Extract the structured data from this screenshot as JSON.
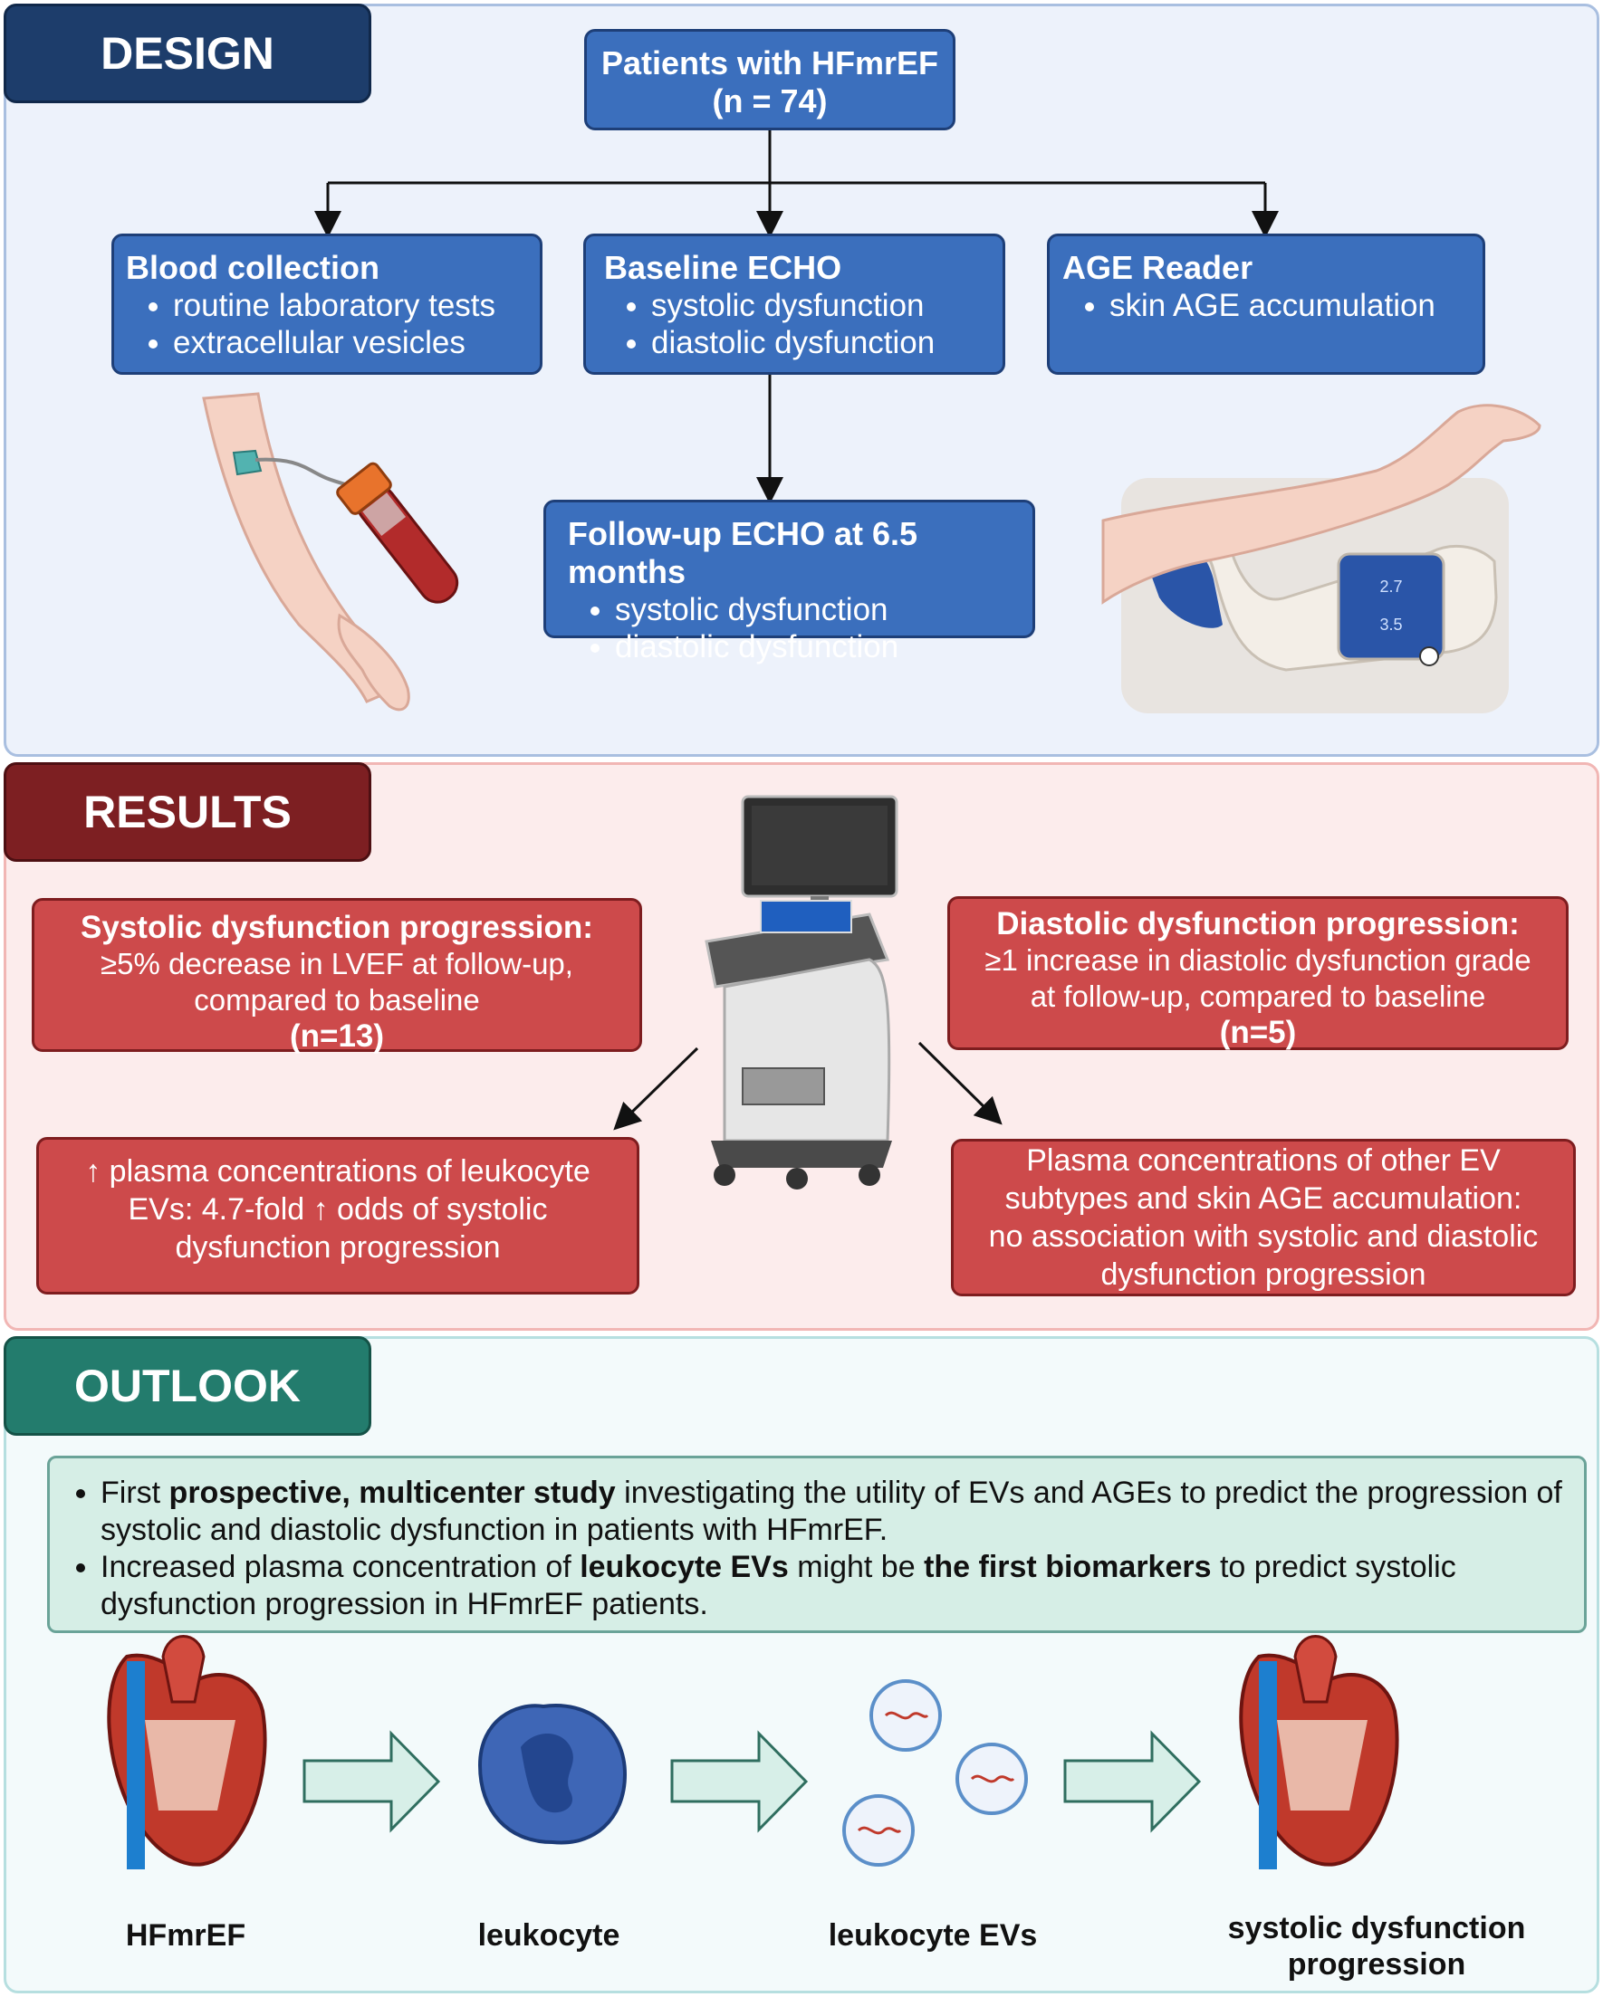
{
  "design": {
    "tab_label": "DESIGN",
    "patients_box": {
      "line1": "Patients with HFmrEF",
      "line2": "(n = 74)"
    },
    "blood": {
      "title": "Blood collection",
      "items": [
        "routine laboratory tests",
        "extracellular vesicles"
      ]
    },
    "baseline": {
      "title": "Baseline ECHO",
      "items": [
        "systolic dysfunction",
        "diastolic dysfunction"
      ]
    },
    "age_reader": {
      "title": "AGE Reader",
      "items": [
        "skin AGE accumulation"
      ]
    },
    "followup": {
      "title": "Follow-up ECHO at 6.5 months",
      "items": [
        "systolic dysfunction",
        "diastolic dysfunction"
      ]
    },
    "device_screen": {
      "value1": "2.7",
      "value2": "3.5"
    }
  },
  "results": {
    "tab_label": "RESULTS",
    "systolic": {
      "title": "Systolic dysfunction progression:",
      "line1": "≥5% decrease in LVEF at follow-up,",
      "line2": "compared to baseline",
      "n": "(n=13)"
    },
    "diastolic": {
      "title": "Diastolic dysfunction progression:",
      "line1": "≥1 increase in diastolic dysfunction grade",
      "line2": "at follow-up, compared to baseline",
      "n": "(n=5)"
    },
    "leukocyte_finding": {
      "line1": "↑ plasma concentrations of leukocyte",
      "line2": "EVs: 4.7-fold ↑ odds of systolic",
      "line3": "dysfunction progression"
    },
    "other_finding": {
      "line1": "Plasma concentrations of other EV",
      "line2": "subtypes and skin AGE accumulation:",
      "line3": "no association with systolic and diastolic",
      "line4": "dysfunction progression"
    }
  },
  "outlook": {
    "tab_label": "OUTLOOK",
    "bullet1": {
      "pre": "First ",
      "bold1": "prospective, multicenter study",
      "post": "  investigating the utility of EVs and AGEs to predict the progression of systolic and diastolic dysfunction in patients with HFmrEF."
    },
    "bullet2": {
      "pre": "Increased plasma concentration of ",
      "bold1": "leukocyte EVs",
      "mid": " might be ",
      "bold2": "the first biomarkers",
      "post": " to predict systolic dysfunction progression in HFmrEF patients."
    },
    "flow_labels": [
      "HFmrEF",
      "leukocyte",
      "leukocyte EVs",
      "systolic dysfunction",
      "progression"
    ]
  },
  "colors": {
    "design_tab": "#1d3d6b",
    "design_panel": "#edf2fb",
    "blue_box": "#3b6fbd",
    "results_tab": "#7d1f22",
    "results_panel": "#fcecec",
    "red_box": "#cd4a4b",
    "outlook_tab": "#237c6d",
    "outlook_panel": "#f3fafb",
    "outlook_box": "#d6eee6"
  }
}
